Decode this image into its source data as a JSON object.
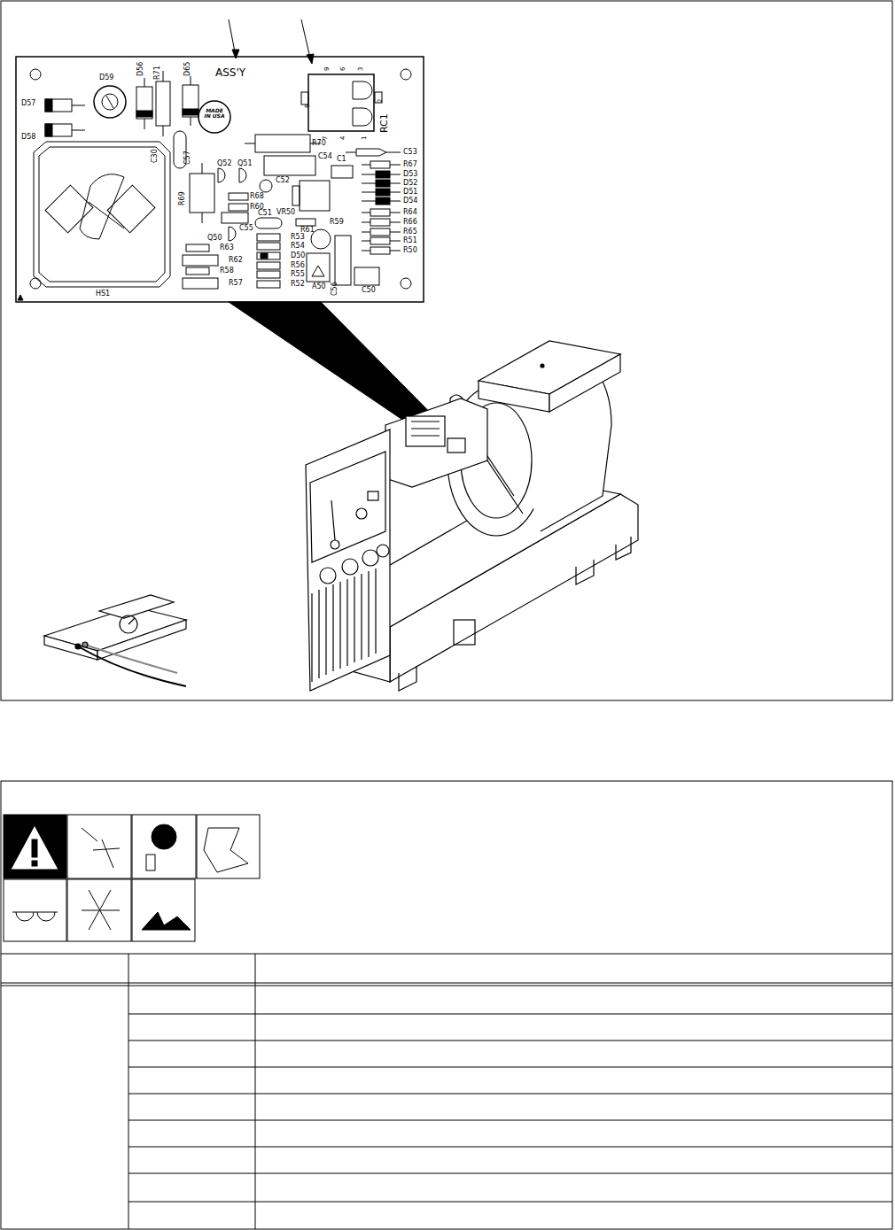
{
  "diagram": {
    "labels": [
      "ASS'Y",
      "RC1",
      "9",
      "6",
      "3",
      "8",
      "2",
      "7",
      "4",
      "1",
      "MADE IN USA",
      "D59",
      "D56",
      "R71",
      "D65",
      "D57",
      "D58",
      "C57",
      "R70",
      "C53",
      "C54",
      "C1",
      "R67",
      "D53",
      "D52",
      "D51",
      "D54",
      "R64",
      "R66",
      "R65",
      "R51",
      "R50",
      "Q52",
      "Q51",
      "C52",
      "R69",
      "R68",
      "R60",
      "VR50",
      "C51",
      "R59",
      "R61",
      "C55",
      "Q50",
      "R53",
      "R54",
      "D50",
      "R56",
      "R55",
      "R52",
      "R63",
      "R62",
      "R58",
      "R57",
      "A50",
      "C56",
      "C50",
      "HS1",
      "C30"
    ]
  }
}
